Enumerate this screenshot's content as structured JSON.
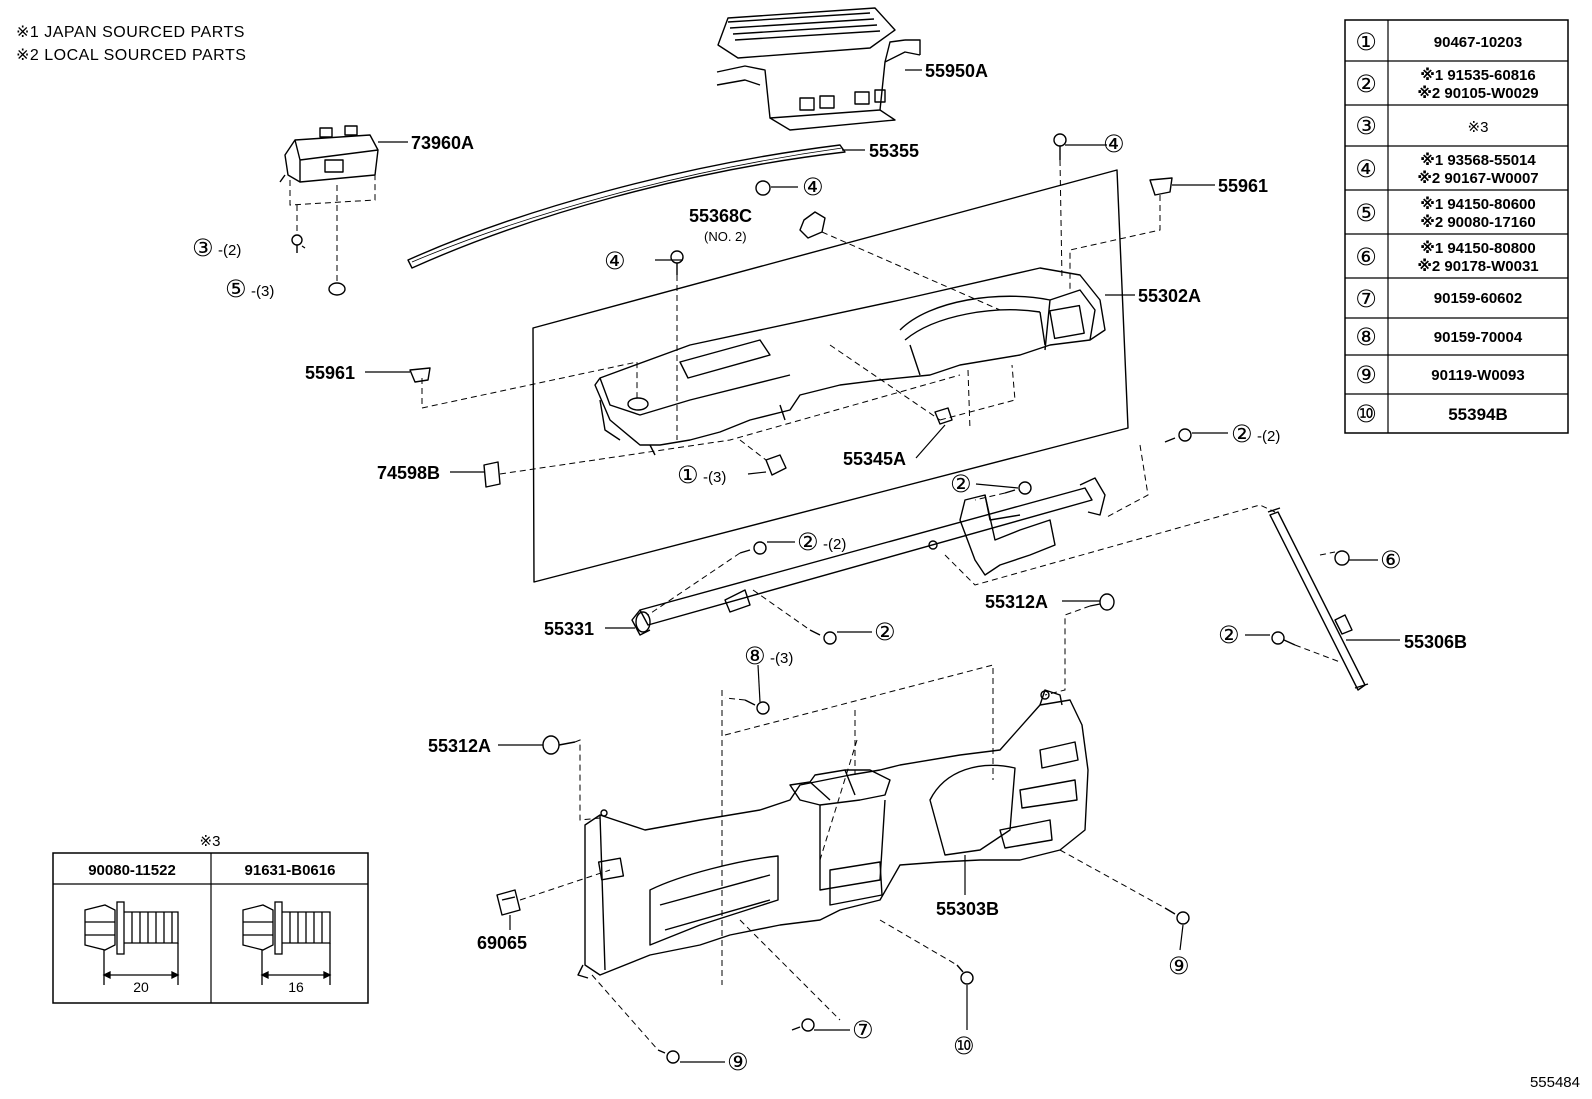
{
  "notes": [
    "※1 JAPAN SOURCED PARTS",
    "※2 LOCAL SOURCED PARTS"
  ],
  "figure_id": "555484",
  "part_labels": [
    {
      "id": "p1",
      "text": "55950A"
    },
    {
      "id": "p2",
      "text": "73960A"
    },
    {
      "id": "p3",
      "text": "55355"
    },
    {
      "id": "p4",
      "text": "55961"
    },
    {
      "id": "p5",
      "text": "55368C"
    },
    {
      "id": "p6",
      "text": "55302A"
    },
    {
      "id": "p7",
      "text": "55961"
    },
    {
      "id": "p8",
      "text": "74598B"
    },
    {
      "id": "p9",
      "text": "55345A"
    },
    {
      "id": "p10",
      "text": "55331"
    },
    {
      "id": "p11",
      "text": "55312A"
    },
    {
      "id": "p12",
      "text": "55306B"
    },
    {
      "id": "p13",
      "text": "55312A"
    },
    {
      "id": "p14",
      "text": "55303B"
    },
    {
      "id": "p15",
      "text": "69065"
    }
  ],
  "sub_label": "(NO. 2)",
  "callouts": [
    {
      "num": "③",
      "qty": "-(2)"
    },
    {
      "num": "⑤",
      "qty": "-(3)"
    },
    {
      "num": "④",
      "qty": ""
    },
    {
      "num": "④",
      "qty": ""
    },
    {
      "num": "④",
      "qty": ""
    },
    {
      "num": "①",
      "qty": "-(3)"
    },
    {
      "num": "②",
      "qty": "-(2)"
    },
    {
      "num": "②",
      "qty": ""
    },
    {
      "num": "②",
      "qty": "-(2)"
    },
    {
      "num": "⑥",
      "qty": ""
    },
    {
      "num": "②",
      "qty": ""
    },
    {
      "num": "②",
      "qty": ""
    },
    {
      "num": "⑧",
      "qty": "-(3)"
    },
    {
      "num": "⑨",
      "qty": ""
    },
    {
      "num": "⑦",
      "qty": ""
    },
    {
      "num": "⑩",
      "qty": ""
    },
    {
      "num": "⑨",
      "qty": ""
    }
  ],
  "parts_table": [
    {
      "ref": "①",
      "lines": [
        "90467-10203"
      ]
    },
    {
      "ref": "②",
      "lines": [
        "※1 91535-60816",
        "※2 90105-W0029"
      ]
    },
    {
      "ref": "③",
      "lines": [
        "※3"
      ]
    },
    {
      "ref": "④",
      "lines": [
        "※1 93568-55014",
        "※2 90167-W0007"
      ]
    },
    {
      "ref": "⑤",
      "lines": [
        "※1 94150-80600",
        "※2 90080-17160"
      ]
    },
    {
      "ref": "⑥",
      "lines": [
        "※1 94150-80800",
        "※2 90178-W0031"
      ]
    },
    {
      "ref": "⑦",
      "lines": [
        "90159-60602"
      ]
    },
    {
      "ref": "⑧",
      "lines": [
        "90159-70004"
      ]
    },
    {
      "ref": "⑨",
      "lines": [
        "90119-W0093"
      ]
    },
    {
      "ref": "⑩",
      "lines": [
        "55394B"
      ]
    }
  ],
  "bolt_table": {
    "title": "※3",
    "columns": [
      {
        "part": "90080-11522",
        "dim": "20"
      },
      {
        "part": "91631-B0616",
        "dim": "16"
      }
    ]
  }
}
